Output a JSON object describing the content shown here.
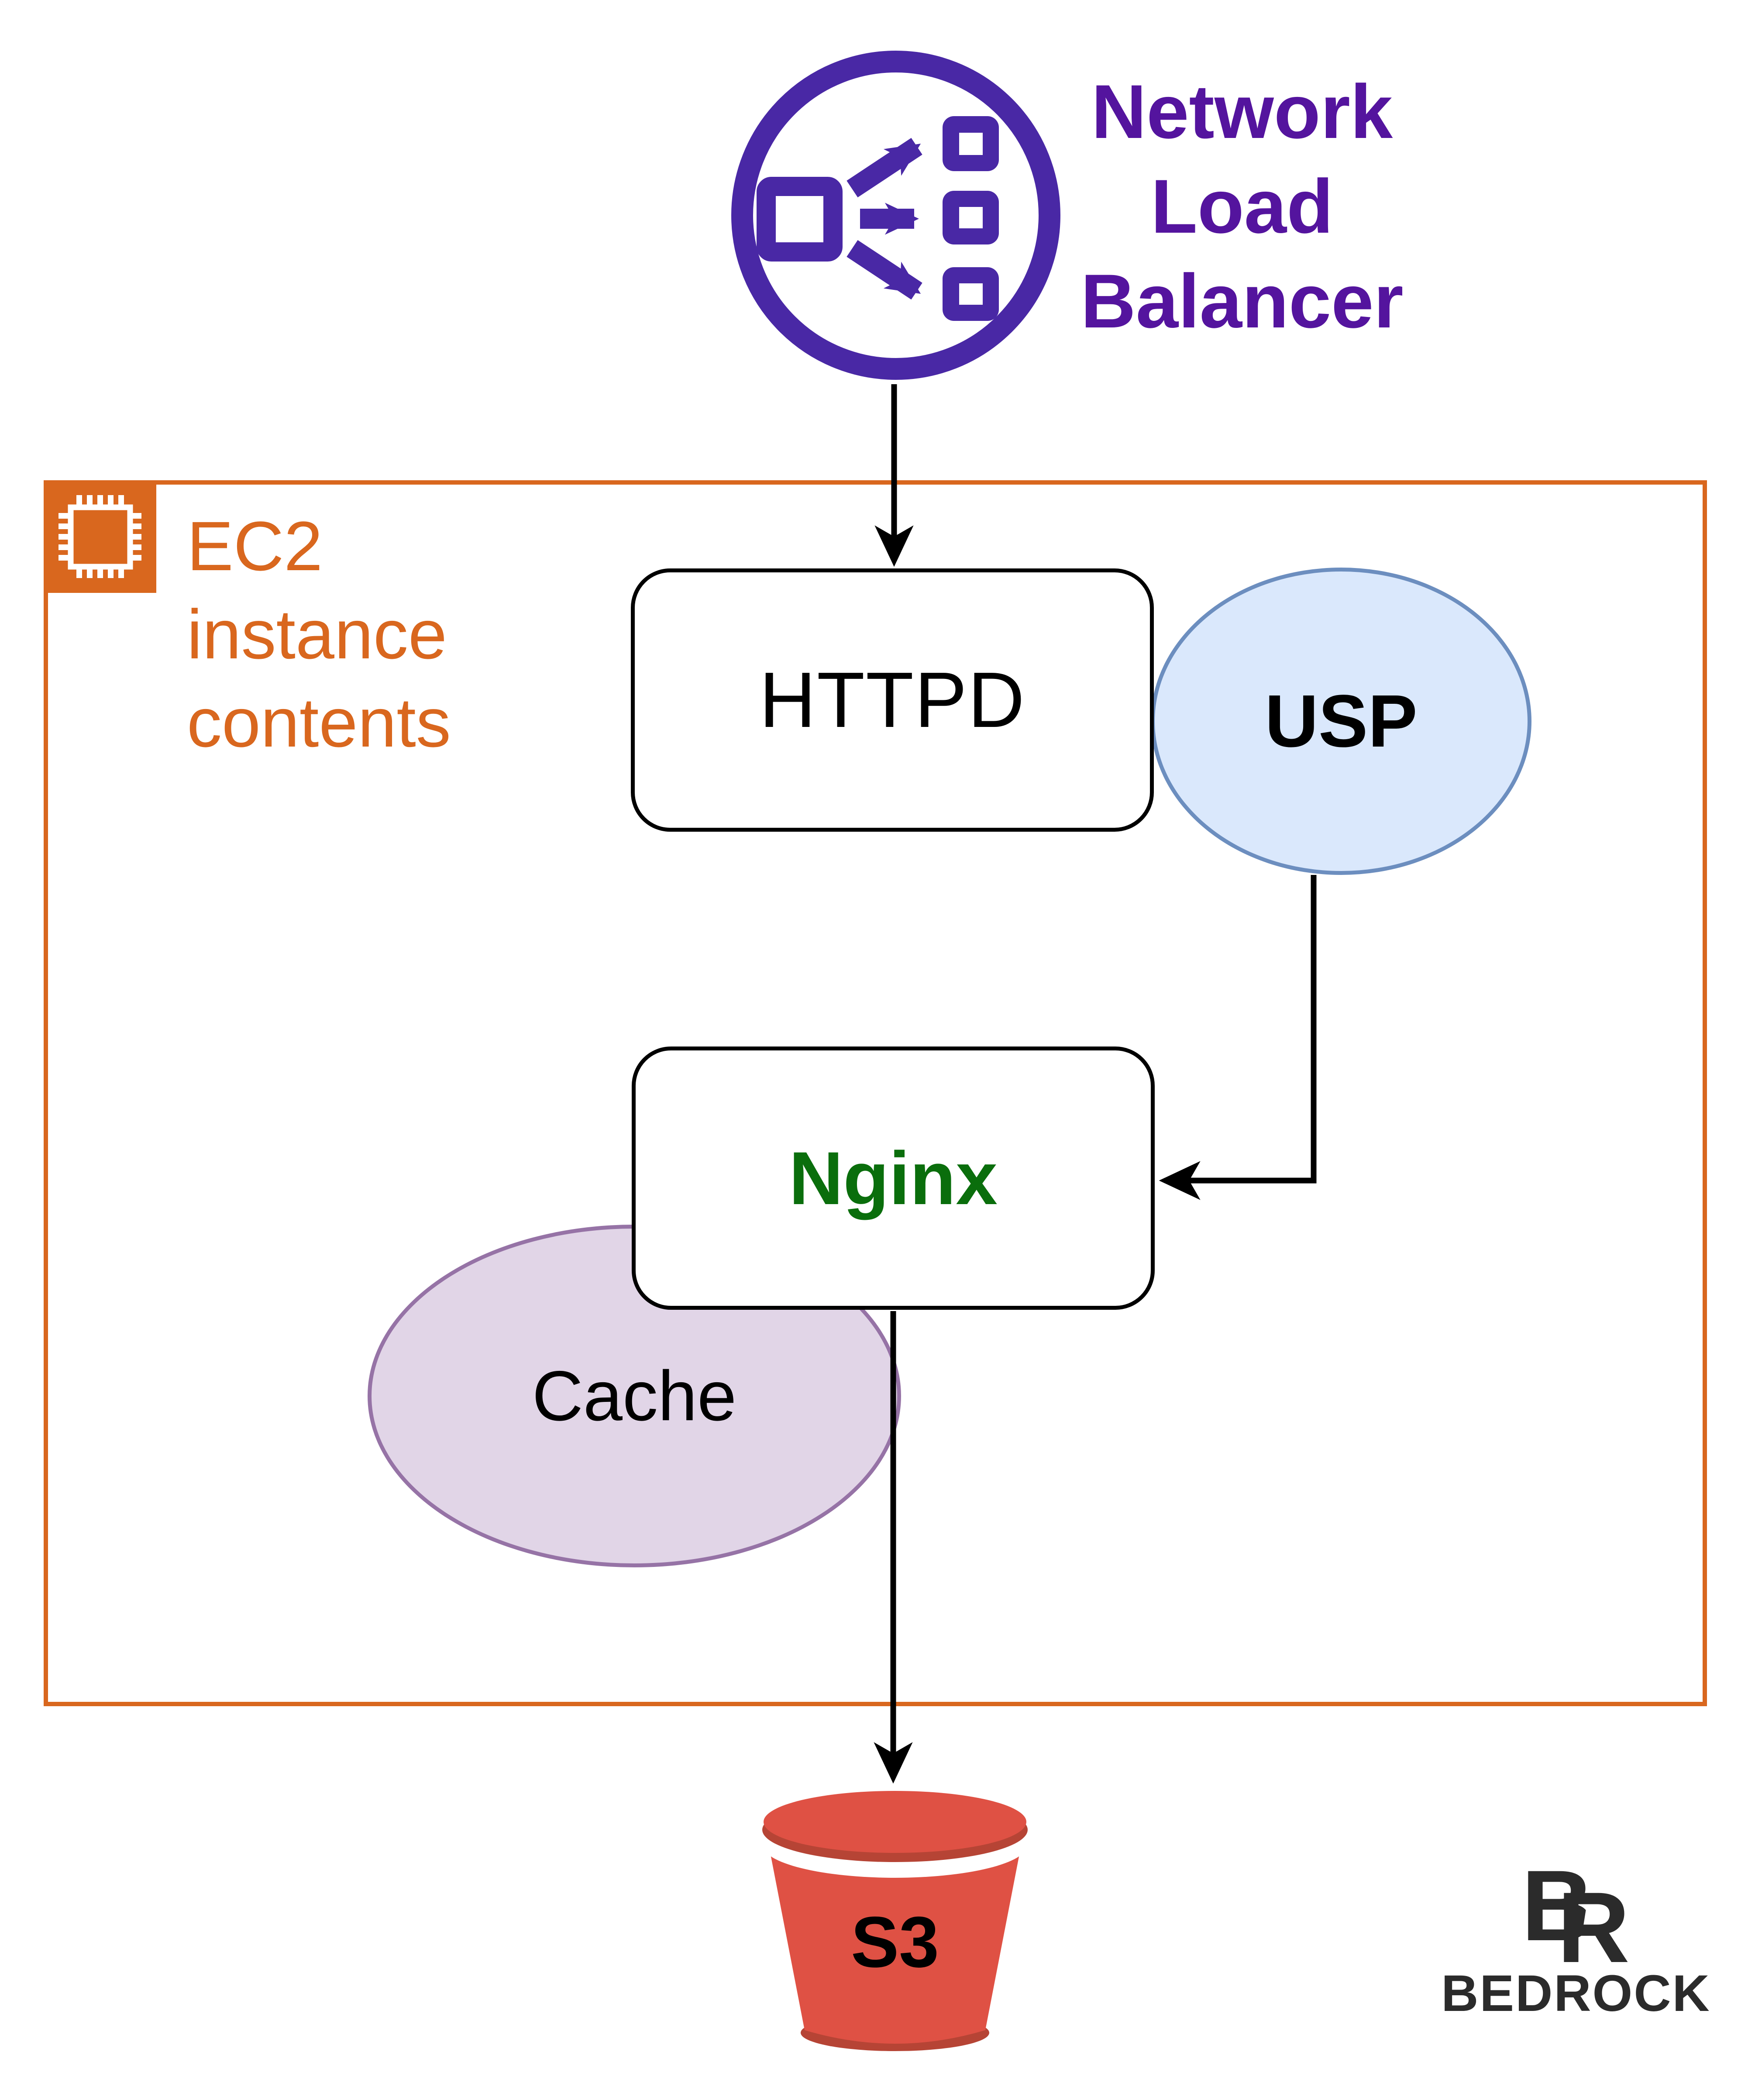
{
  "diagram": {
    "nlb": {
      "label_lines": [
        "Network",
        "Load",
        "Balancer"
      ]
    },
    "ec2": {
      "label_lines": [
        "EC2",
        "instance",
        "contents"
      ]
    },
    "nodes": {
      "httpd": "HTTPD",
      "usp": "USP",
      "nginx": "Nginx",
      "cache": "Cache",
      "s3": "S3"
    },
    "branding": {
      "monogram_b": "B",
      "monogram_r": "R",
      "wordmark": "BEDROCK"
    }
  },
  "colors": {
    "purple_ring": "#4928A5",
    "purple_text": "#54149E",
    "orange": "#D9671E",
    "blue_fill": "#DAE8FC",
    "blue_stroke": "#6C8EBF",
    "violet_fill": "#E1D5E7",
    "violet_stroke": "#9673A6",
    "green": "#0A6E0C",
    "s3_red": "#DF5144",
    "s3_red_dark": "#B64435",
    "brand_dark": "#2B2B2B"
  }
}
